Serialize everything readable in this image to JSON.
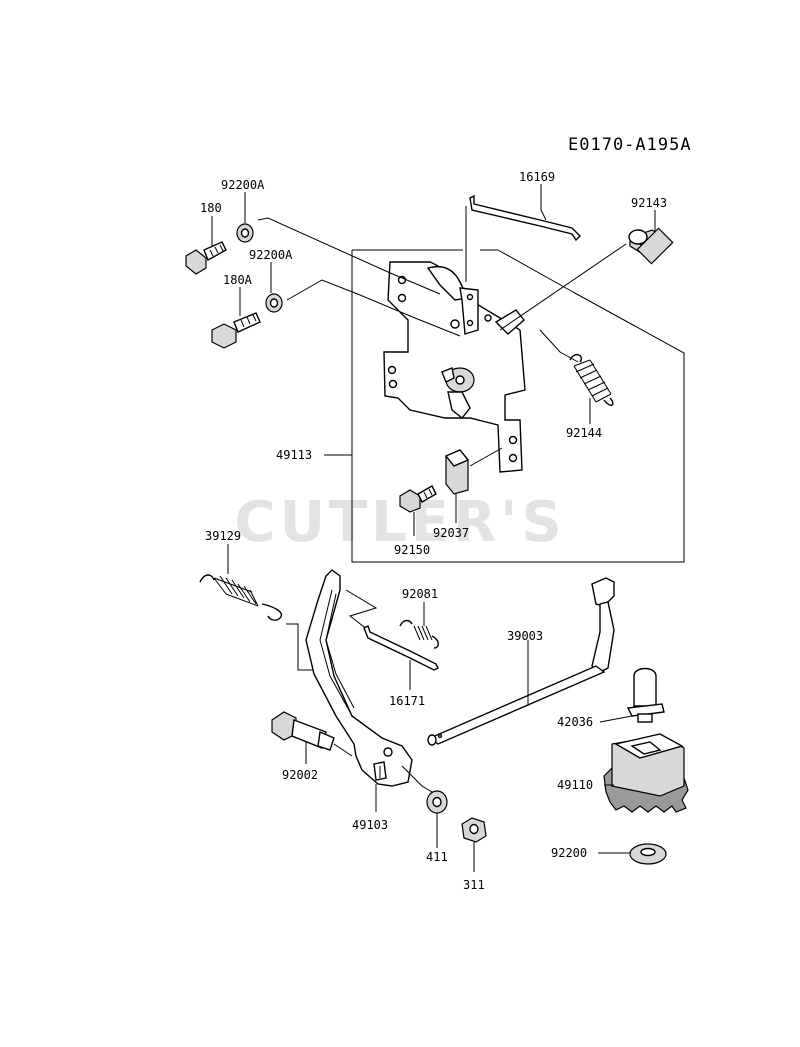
{
  "diagram_code": "E0170-A195A",
  "watermark": "CUTLER'S",
  "part_labels": {
    "p16169": "16169",
    "p92143": "92143",
    "p92200A_top": "92200A",
    "p180": "180",
    "p92200A_mid": "92200A",
    "p180A": "180A",
    "p49113": "49113",
    "p92144": "92144",
    "p92037": "92037",
    "p92150": "92150",
    "p39129": "39129",
    "p92081": "92081",
    "p39003": "39003",
    "p16171": "16171",
    "p42036": "42036",
    "p92002": "92002",
    "p49110": "49110",
    "p49103": "49103",
    "p411": "411",
    "p311": "311",
    "p92200": "92200"
  }
}
